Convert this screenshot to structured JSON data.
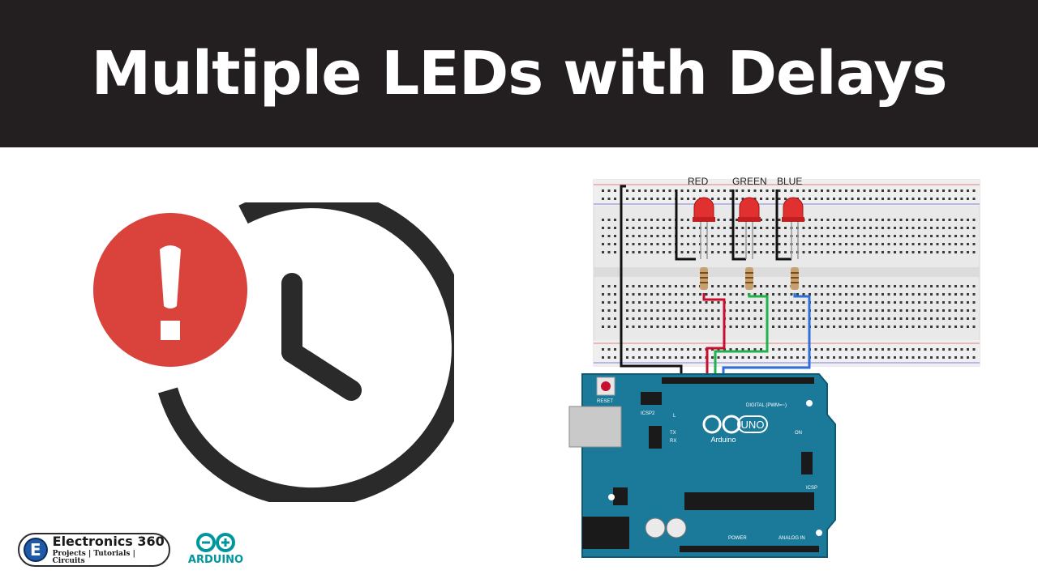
{
  "title": "Multiple LEDs with Delays",
  "icons": {
    "alert": "exclamation-alert-icon",
    "clock": "clock-icon"
  },
  "colors": {
    "banner_bg": "#231f20",
    "alert_red": "#d9433b",
    "clock_dark": "#2b2a2a",
    "arduino_teal": "#00979c",
    "board_blue": "#1b7a9a"
  },
  "diagram": {
    "led_labels": [
      "RED",
      "GREEN",
      "BLUE"
    ],
    "board_logo_text": "UNO",
    "board_brand": "Arduino",
    "reset_label": "RESET",
    "on_label": "ON",
    "tx_label": "TX",
    "rx_label": "RX",
    "l_label": "L",
    "icsp_label": "ICSP",
    "icsp2_label": "ICSP2",
    "digital_label": "DIGITAL (PWM=~)",
    "power_label": "POWER",
    "analog_label": "ANALOG IN"
  },
  "logos": {
    "e360_name": "Electronics 360",
    "e360_tagline": "Projects | Tutorials | Circuits",
    "e360_badge": "E",
    "arduino": "ARDUINO"
  }
}
